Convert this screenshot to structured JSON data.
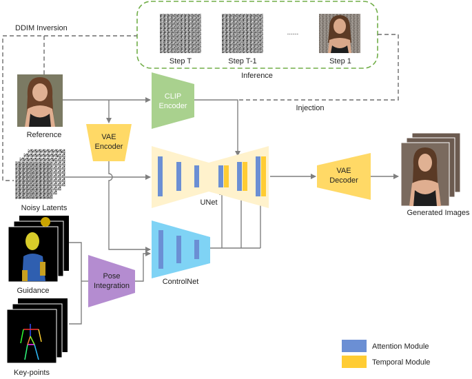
{
  "labels": {
    "ddim_inversion": "DDIM Inversion",
    "inference": "Inference",
    "step_t": "Step T",
    "step_t1": "Step T-1",
    "ellipsis": "......",
    "step_1": "Step 1",
    "injection": "Injection",
    "reference": "Reference",
    "noisy_latents": "Noisy Latents",
    "guidance": "Guidance",
    "key_points": "Key-points",
    "unet": "UNet",
    "controlnet": "ControlNet",
    "generated_images": "Generated Images"
  },
  "modules": {
    "clip_line1": "CLIP",
    "clip_line2": "Encoder",
    "vae_enc_line1": "VAE",
    "vae_enc_line2": "Encoder",
    "vae_dec_line1": "VAE",
    "vae_dec_line2": "Decoder",
    "pose_line1": "Pose",
    "pose_line2": "Integration"
  },
  "legend": {
    "attention": "Attention Module",
    "temporal": "Temporal Module"
  },
  "colors": {
    "attention": "#6b8fd4",
    "temporal": "#ffcc33",
    "clip": "#a9d18e",
    "vae": "#ffd966",
    "unet_bg": "#fff2cc",
    "controlnet": "#7fd3f5",
    "pose": "#b48cd0",
    "inference_border": "#70ad47",
    "arrow": "#7f7f7f"
  }
}
